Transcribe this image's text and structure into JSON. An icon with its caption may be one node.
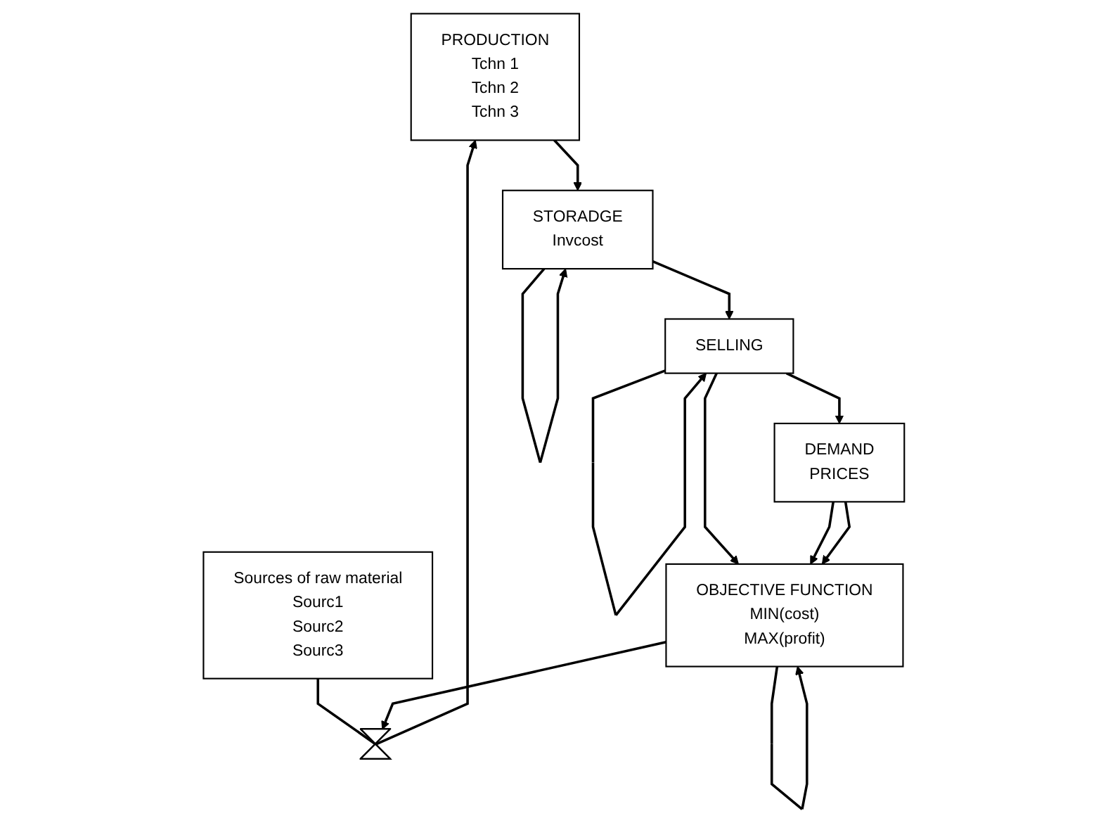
{
  "diagram": {
    "nodes": [
      {
        "text": [
          "PRODUCTION",
          "Tchn 1",
          "Tchn 2",
          "Tchn 3"
        ]
      },
      {
        "text": [
          "Sources of raw material",
          "Sourc1",
          "Sourc2",
          "Sourc3"
        ]
      },
      {
        "text": [],
        "shape": "valve"
      },
      {
        "text": [
          "STORADGE",
          "Invcost"
        ]
      },
      {
        "text": [
          "SELLING"
        ]
      },
      {
        "text": [
          "OBJECTIVE FUNCTION",
          "MIN(cost)",
          "MAX(profit)"
        ]
      },
      {
        "text": [
          "DEMAND",
          "PRICES"
        ]
      }
    ],
    "edges": [
      {
        "from": 1,
        "to": 2,
        "arrow": "none"
      },
      {
        "from": 2,
        "to": 0,
        "arrow": "to"
      },
      {
        "from": 5,
        "to": 2,
        "arrow": "to"
      },
      {
        "from": 0,
        "to": 3,
        "arrow": "to"
      },
      {
        "from": 3,
        "to": 4,
        "arrow": "to"
      },
      {
        "from": 4,
        "to": 6,
        "arrow": "to"
      },
      {
        "from": 4,
        "to": 5,
        "arrow": "to"
      },
      {
        "from": 6,
        "to": 5,
        "arrow": "to"
      },
      {
        "from": 6,
        "to": 5,
        "arrow": "to"
      },
      {
        "from": 3,
        "to": 3,
        "arrow": "to"
      },
      {
        "from": 4,
        "to": 4,
        "arrow": "to"
      },
      {
        "from": 5,
        "to": 5,
        "arrow": "to"
      }
    ]
  }
}
